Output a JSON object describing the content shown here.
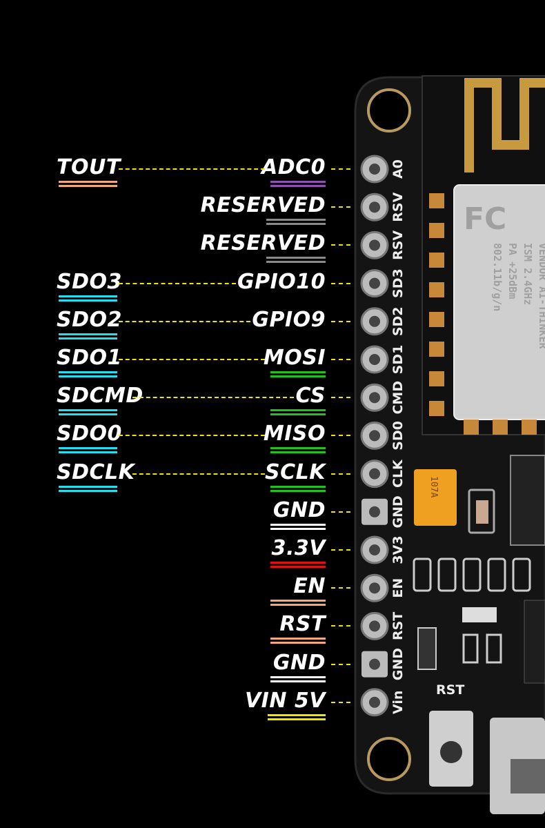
{
  "pins": [
    {
      "silk": "A0",
      "func": "ADC0",
      "func_color": "#9350b4",
      "alt": "TOUT",
      "alt_color": "#f3a87c"
    },
    {
      "silk": "RSV",
      "func": "RESERVED",
      "func_color": "#8a8a8a",
      "alt": null,
      "alt_color": null
    },
    {
      "silk": "RSV",
      "func": "RESERVED",
      "func_color": "#8a8a8a",
      "alt": null,
      "alt_color": null
    },
    {
      "silk": "SD3",
      "func": "GPIO10",
      "func_color": null,
      "alt": "SDO3",
      "alt_color": "#1fe0f0"
    },
    {
      "silk": "SD2",
      "func": "GPIO9",
      "func_color": null,
      "alt": "SDO2",
      "alt_color": "#1fe0f0"
    },
    {
      "silk": "SD1",
      "func": "MOSI",
      "func_color": "#1fc21f",
      "alt": "SDO1",
      "alt_color": "#1fe0f0"
    },
    {
      "silk": "CMD",
      "func": "CS",
      "func_color": "#1fc21f",
      "alt": "SDCMD",
      "alt_color": "#1fe0f0"
    },
    {
      "silk": "SD0",
      "func": "MISO",
      "func_color": "#1fc21f",
      "alt": "SDO0",
      "alt_color": "#1fe0f0"
    },
    {
      "silk": "CLK",
      "func": "SCLK",
      "func_color": "#1fc21f",
      "alt": "SDCLK",
      "alt_color": "#1fe0f0"
    },
    {
      "silk": "GND",
      "func": "GND",
      "func_color": "#ffffff",
      "alt": null,
      "alt_color": null
    },
    {
      "silk": "3V3",
      "func": "3.3V",
      "func_color": "#e01010",
      "alt": null,
      "alt_color": null
    },
    {
      "silk": "EN",
      "func": "EN",
      "func_color": "#f3a87c",
      "alt": null,
      "alt_color": null
    },
    {
      "silk": "RST",
      "func": "RST",
      "func_color": "#f3a87c",
      "alt": null,
      "alt_color": null
    },
    {
      "silk": "GND",
      "func": "GND",
      "func_color": "#ffffff",
      "alt": null,
      "alt_color": null
    },
    {
      "silk": "Vin",
      "func": "VIN 5V",
      "func_color": "#f2e600",
      "alt": null,
      "alt_color": null
    }
  ],
  "board": {
    "rst_button_label": "RST",
    "module_text": [
      "VENDOR AI-THINKER",
      "ISM 2.4GHz",
      "PA +25dBm",
      "802.11b/g/n"
    ],
    "module_logo": "FC",
    "capacitor_text": "107A"
  },
  "colors": {
    "connector": "#f2e600",
    "pcb": "#141414",
    "shield": "#cfcfcf"
  }
}
